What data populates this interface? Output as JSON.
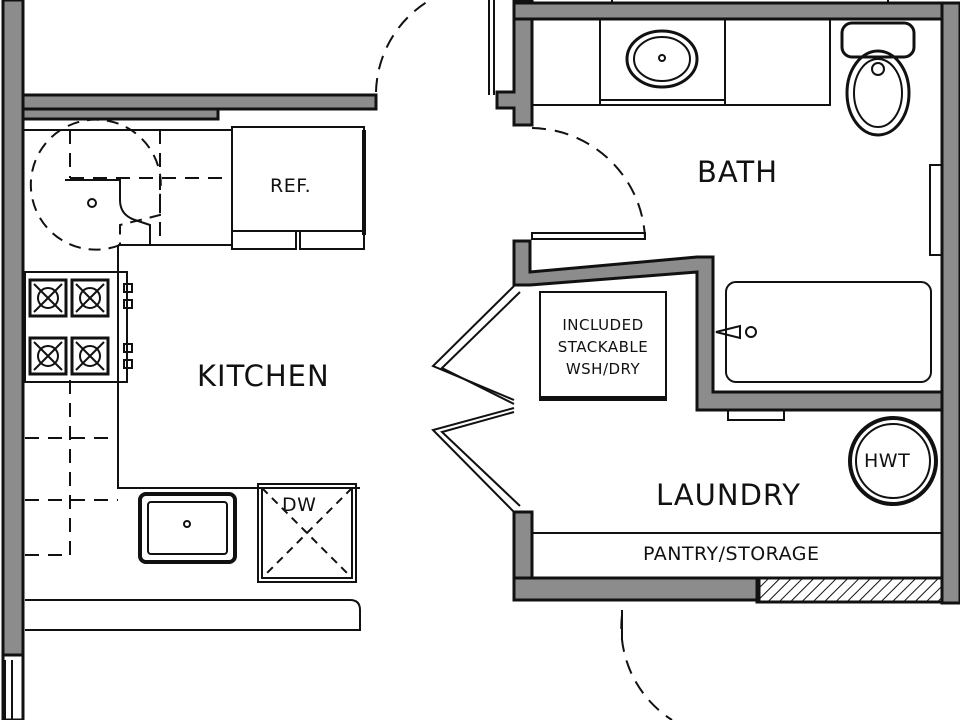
{
  "rooms": {
    "kitchen": "KITCHEN",
    "bath": "BATH",
    "laundry": "LAUNDRY",
    "pantry": "PANTRY/STORAGE"
  },
  "fixtures": {
    "refrigerator": "REF.",
    "dishwasher": "DW",
    "water_heater": "HWT",
    "washer_dryer": [
      "INCLUDED",
      "STACKABLE",
      "WSH/DRY"
    ]
  }
}
